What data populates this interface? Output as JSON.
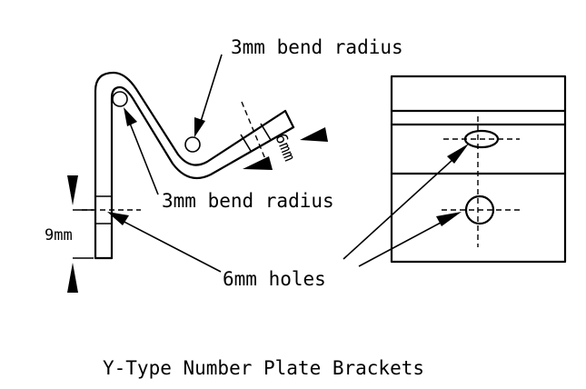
{
  "labels": {
    "bend_radius_top": "3mm bend radius",
    "bend_radius_bottom": "3mm bend radius",
    "holes": "6mm holes",
    "dim_9mm": "9mm",
    "dim_6mm": "6mm",
    "caption": "Y-Type Number Plate Brackets"
  }
}
